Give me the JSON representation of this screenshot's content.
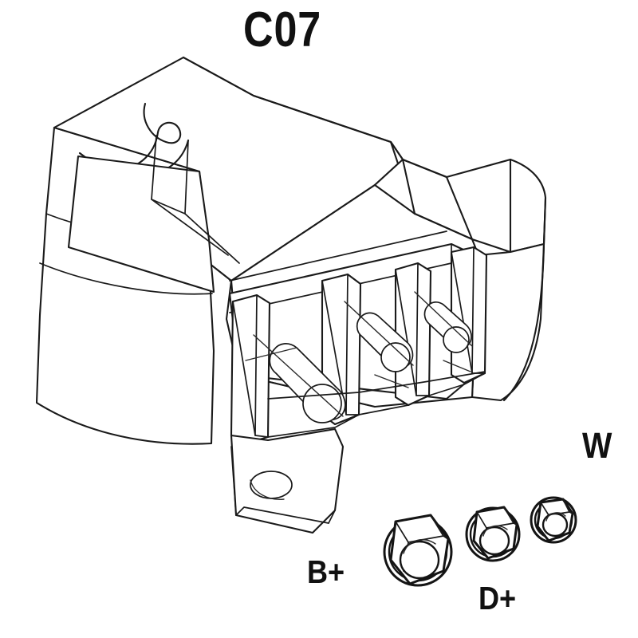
{
  "drawing": {
    "type": "technical-line-drawing",
    "subject": "alternator voltage regulator brush holder assembly",
    "projection": "isometric",
    "background_color": "#ffffff",
    "line_color": "#1a1a1a",
    "title": "C07"
  },
  "labels": {
    "title": "C07",
    "terminal_w": "W",
    "terminal_b_plus": "B+",
    "terminal_d_plus": "D+"
  },
  "parts": {
    "housing": {
      "name": "regulator-housing",
      "description": "moulded body with curved left flank and contour bands"
    },
    "terminal_block": {
      "name": "terminal-block",
      "stud_count": 3,
      "studs": [
        "B+",
        "D+",
        "W"
      ]
    },
    "mounting_tab": {
      "name": "mounting-tab",
      "hole_count": 1
    },
    "fasteners": [
      {
        "name": "hex-nut-large",
        "terminal": "B+",
        "size_rank": 1
      },
      {
        "name": "hex-nut-medium",
        "terminal": "D+",
        "size_rank": 2
      },
      {
        "name": "hex-nut-small",
        "terminal": "W",
        "size_rank": 3
      }
    ]
  }
}
